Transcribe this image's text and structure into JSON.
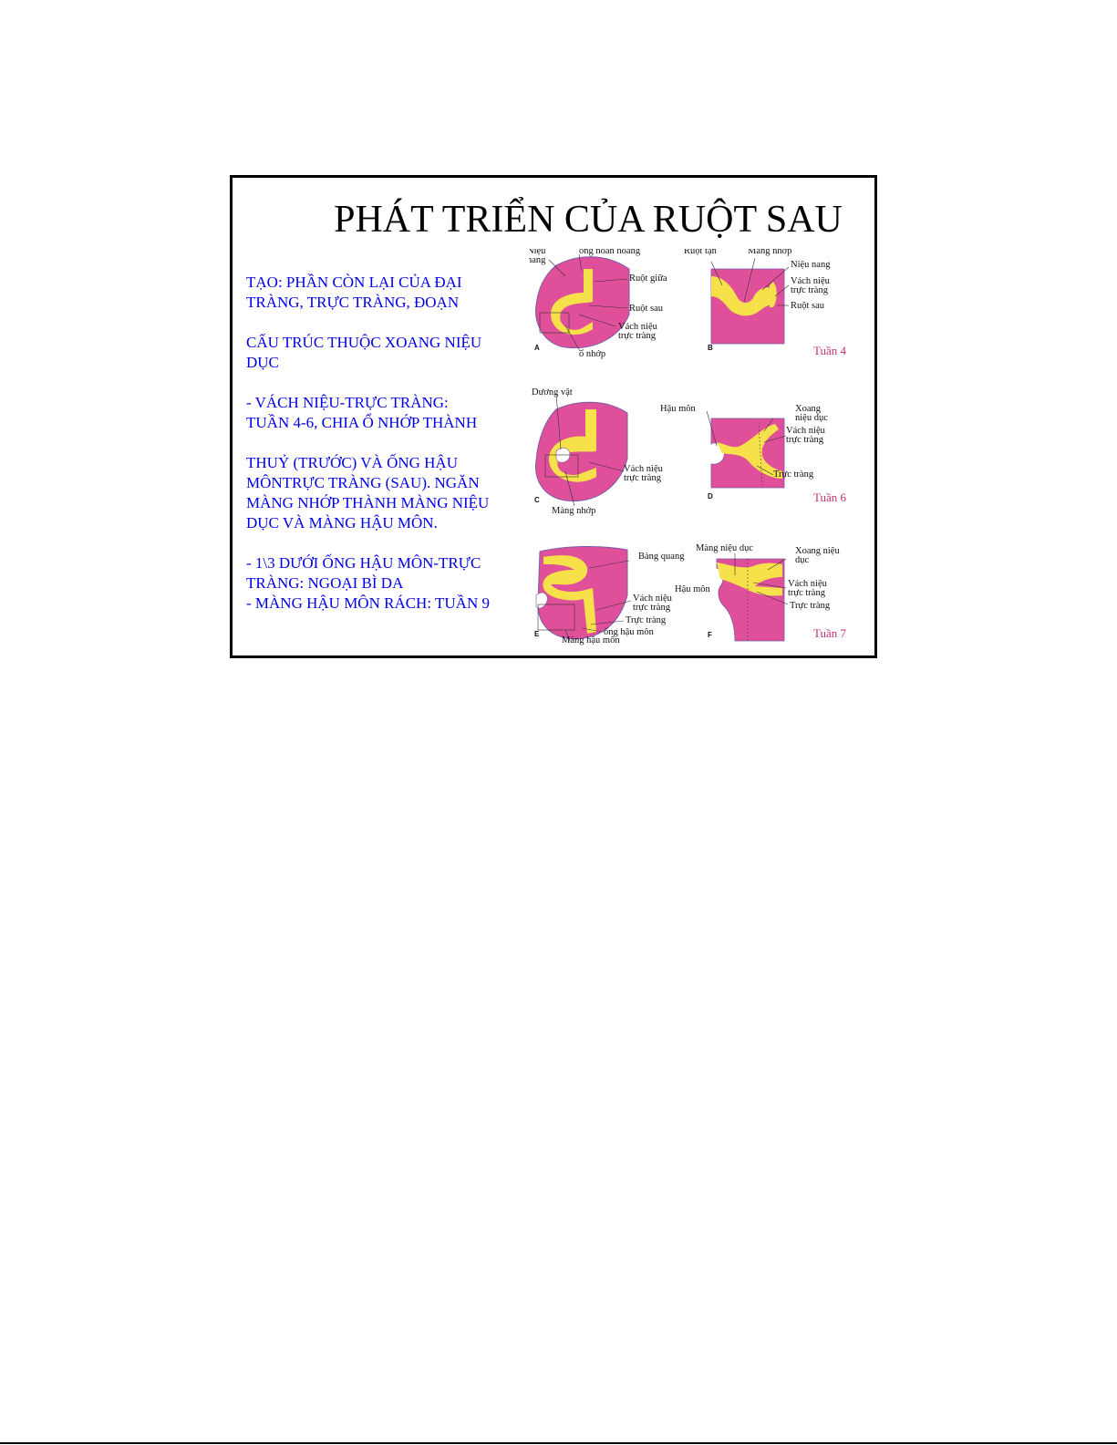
{
  "slide": {
    "title": "PHÁT TRIỂN CỦA RUỘT SAU",
    "paragraphs": [
      "TẠO: PHẦN CÒN LẠI CỦA ĐẠI\nTRÀNG, TRỰC TRÀNG, ĐOẠN",
      "CẤU TRÚC THUỘC XOANG NIỆU\nDỤC",
      "- VÁCH NIỆU-TRỰC TRÀNG:\nTUẦN 4-6, CHIA Ổ NHỚP THÀNH",
      "THUỶ (TRƯỚC) VÀ ỐNG HẬU\nMÔNTRỰC TRÀNG (SAU). NGĂN\nMÀNG NHỚP THÀNH MÀNG NIỆU\nDỤC VÀ MÀNG HẬU MÔN.",
      "- 1\\3 DƯỚI ỐNG HẬU MÔN-TRỰC\nTRÀNG: NGOẠI BÌ DA\n- MÀNG HẬU MÔN RÁCH: TUẦN  9"
    ]
  },
  "figure": {
    "colors": {
      "tissue": "#e0509a",
      "lumen": "#f6e14a",
      "outline": "#7a5aa8",
      "week_label": "#c03070"
    },
    "panel_letters": [
      "A",
      "B",
      "C",
      "D",
      "E",
      "F"
    ],
    "week_labels": [
      "Tuần 4",
      "Tuần 6",
      "Tuần 7"
    ],
    "labels": {
      "a": {
        "nieu_nang": "Niệu\nnang",
        "ong_noan_hoang": "ống noãn hoàng",
        "ruot_giua": "Ruột giữa",
        "ruot_sau": "Ruột sau",
        "vach_nieu_truc_trang": "Vách niệu\ntrực tràng",
        "o_nhop": "ổ nhớp"
      },
      "b": {
        "ruot_tan": "Ruột tận",
        "mang_nhop": "Màng nhớp",
        "nieu_nang": "Niệu nang",
        "vach_nieu_truc_trang": "Vách niệu\ntrực tràng",
        "ruot_sau": "Ruột sau"
      },
      "c": {
        "duong_vat": "Dương vật",
        "vach_nieu_truc_trang": "Vách niệu\ntrực tràng",
        "mang_nhop": "Màng nhớp"
      },
      "d": {
        "hau_mon": "Hậu môn",
        "xoang_nieu_duc": "Xoang\nniệu dục",
        "vach_nieu_truc_trang": "Vách niệu\ntrực tràng",
        "truc_trang": "Trực tràng"
      },
      "e": {
        "bang_quang": "Bàng quang",
        "vach_nieu_truc_trang": "Vách niệu\ntrực tràng",
        "truc_trang": "Trực tràng",
        "ong_hau_mon": "ống hậu môn",
        "mang_hau_mon": "Màng hậu môn"
      },
      "f": {
        "mang_nieu_duc": "Màng niệu dục",
        "xoang_nieu_duc": "Xoang niệu\ndục",
        "hau_mon": "Hậu môn",
        "vach_nieu_truc_trang": "Vách niệu\ntrực tràng",
        "truc_trang": "Trực tràng"
      }
    }
  }
}
